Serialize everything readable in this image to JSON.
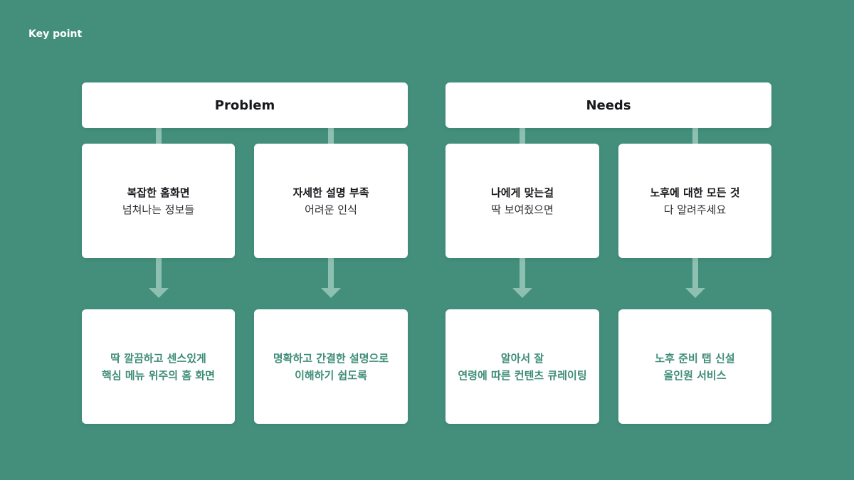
{
  "page_label": "Key point",
  "sections": [
    {
      "header": "Problem",
      "columns": [
        {
          "mid_title": "복잡한 홈화면",
          "mid_sub": "넘쳐나는 정보들",
          "bottom_lines": [
            "딱 깔끔하고 센스있게",
            "핵심 메뉴 위주의 홈 화면"
          ]
        },
        {
          "mid_title": "자세한 설명 부족",
          "mid_sub": "어려운 인식",
          "bottom_lines": [
            "명확하고 간결한 설명으로",
            "이해하기 쉽도록"
          ]
        }
      ]
    },
    {
      "header": "Needs",
      "columns": [
        {
          "mid_title": "나에게 맞는걸",
          "mid_sub": "딱 보여줬으면",
          "bottom_lines": [
            "알아서 잘",
            "연령에 따른 컨텐츠 큐레이팅"
          ]
        },
        {
          "mid_title": "노후에 대한 모든 것",
          "mid_sub": "다 알려주세요",
          "bottom_lines": [
            "노후 준비 탭 신설",
            "올인원 서비스"
          ]
        }
      ]
    }
  ],
  "colors": {
    "background": "#438f7c",
    "card": "#ffffff",
    "connector": "#8ec0b2",
    "accent_text": "#3e8c77"
  }
}
